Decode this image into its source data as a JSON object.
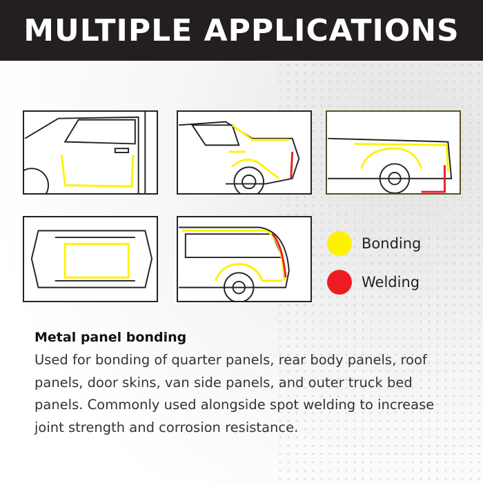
{
  "header": {
    "title": "MULTIPLE APPLICATIONS"
  },
  "legend": [
    {
      "label": "Bonding",
      "color": "#fff200"
    },
    {
      "label": "Welding",
      "color": "#ed1c24"
    }
  ],
  "description": {
    "heading": "Metal panel bonding",
    "body": "Used for bonding of quarter panels, rear body panels, roof panels, door skins, van side panels, and outer truck bed panels. Commonly used alongside spot welding to increase joint strength and corrosion resistance."
  },
  "panels": [
    "door-skin",
    "quarter-panel",
    "truck-bed-panel",
    "roof-panel",
    "van-side-panel"
  ]
}
